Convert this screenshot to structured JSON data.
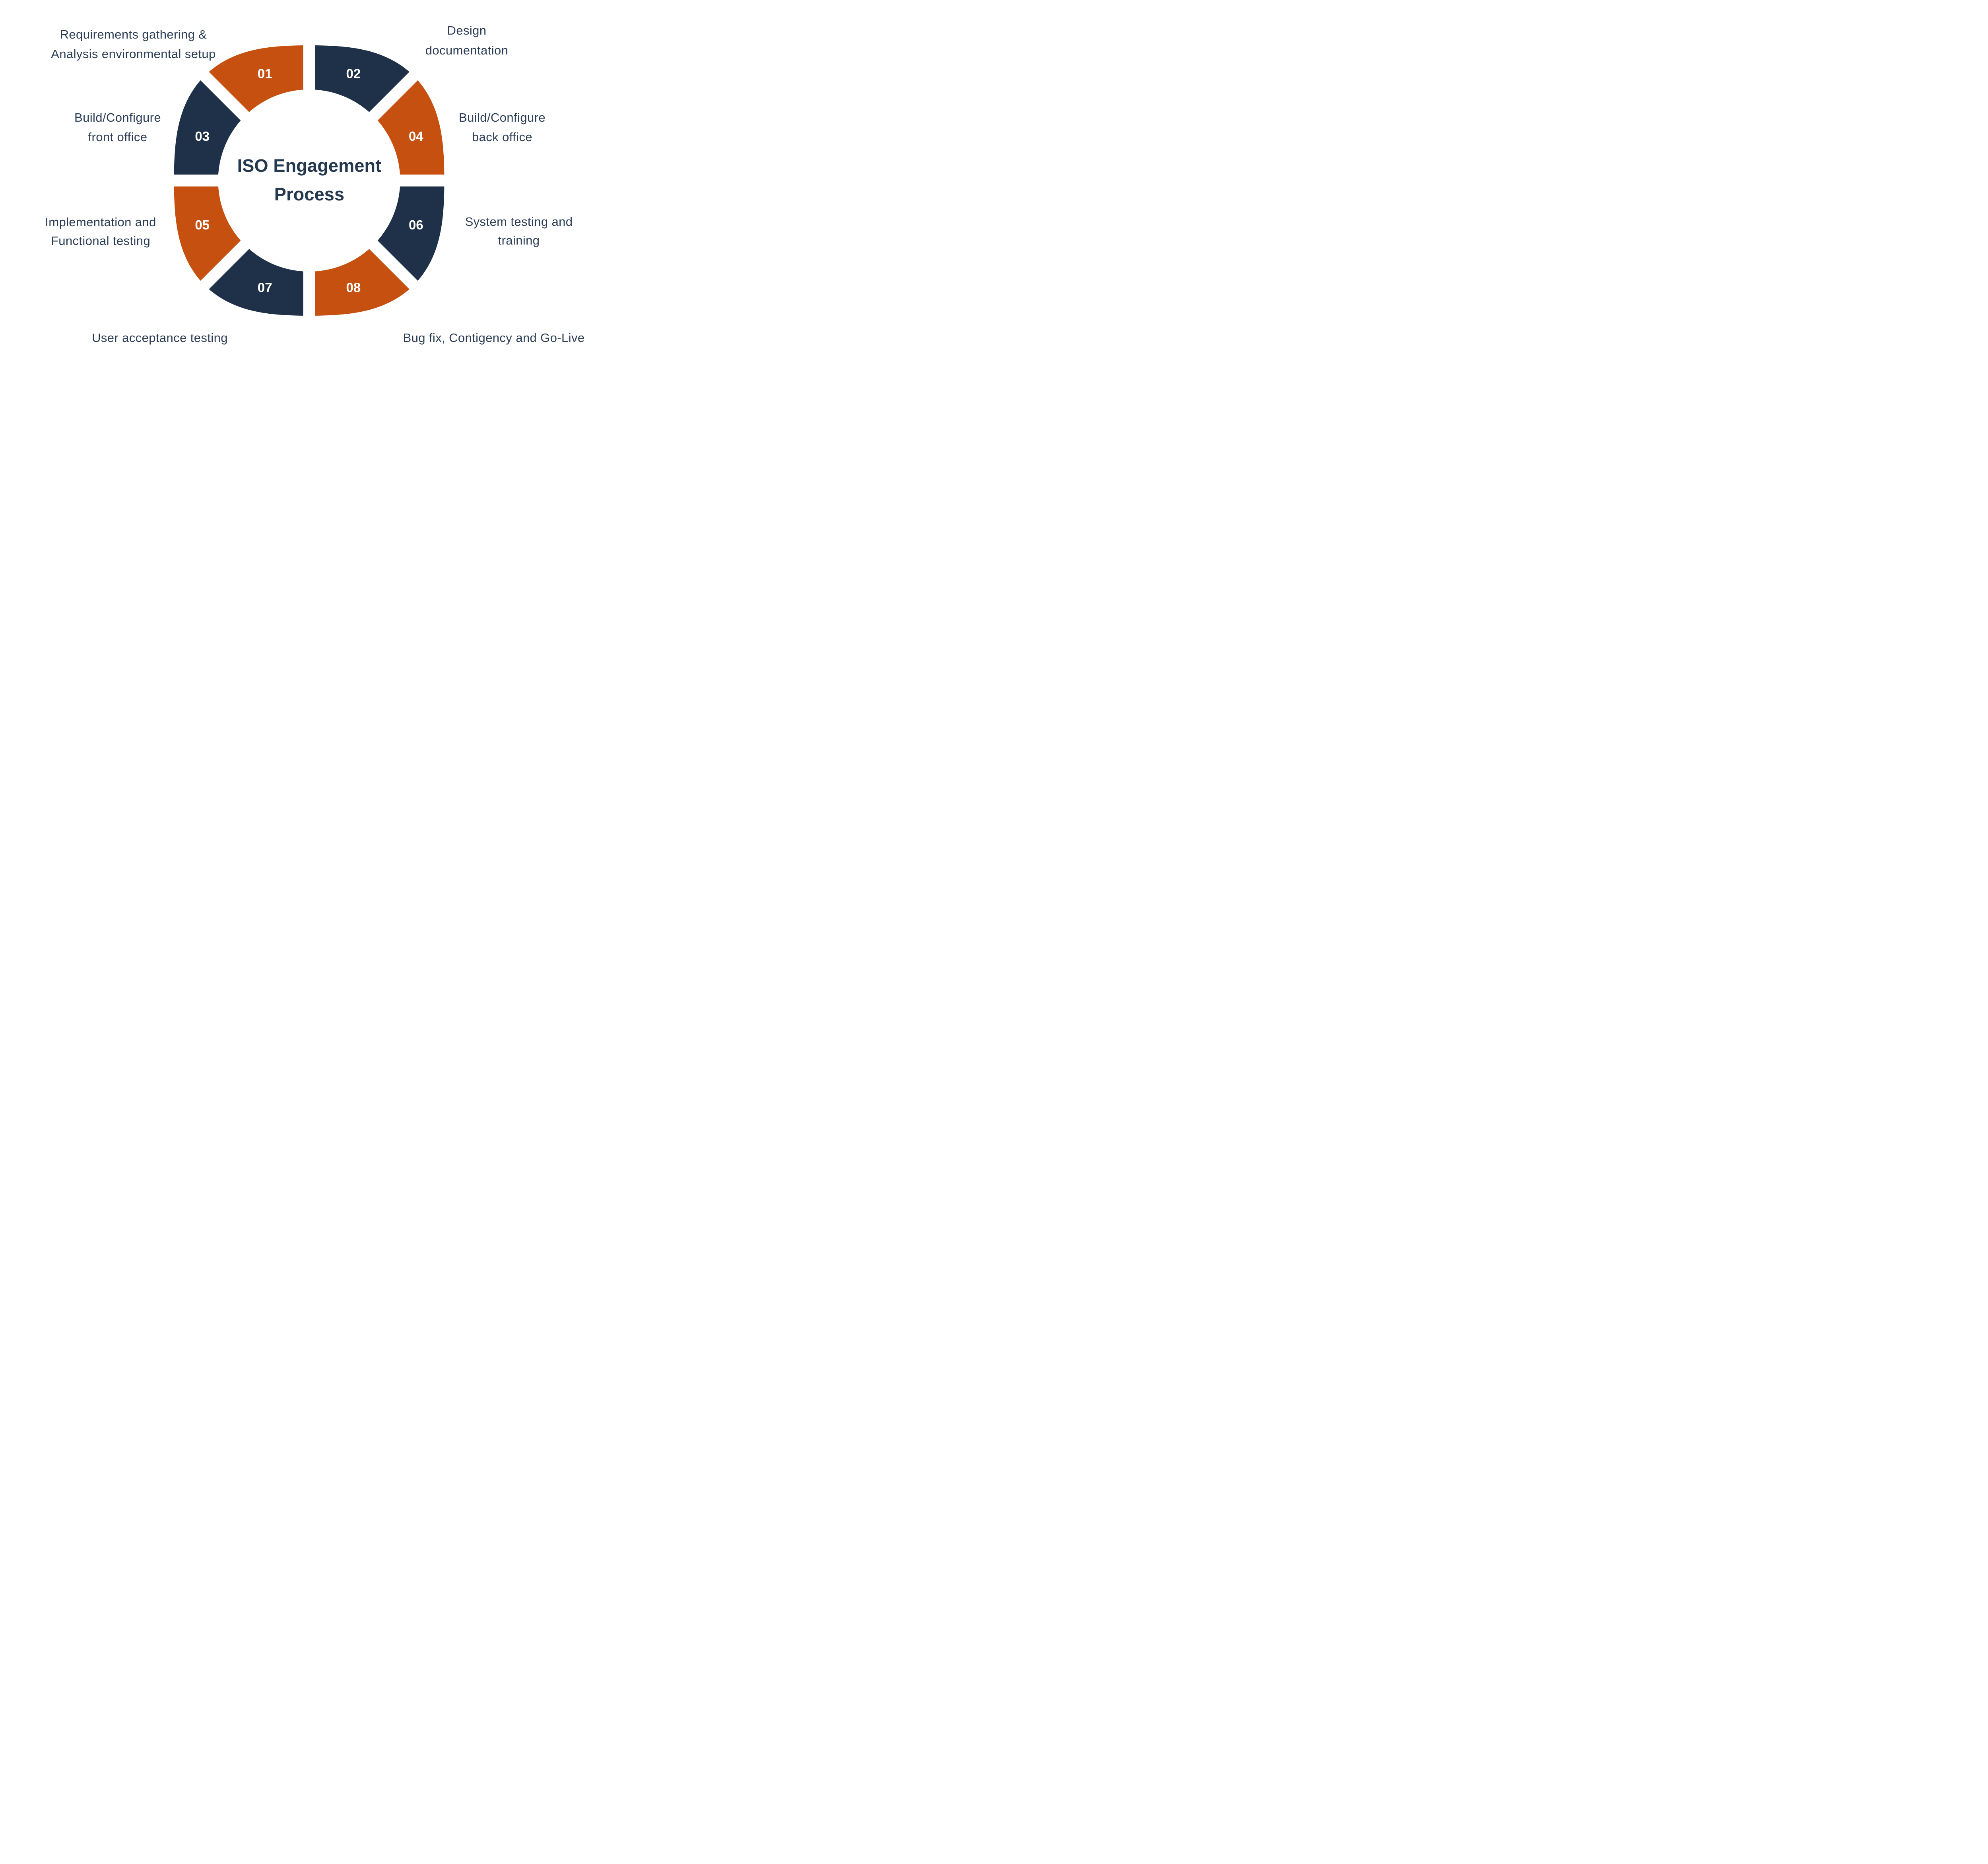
{
  "page": {
    "background": "#FFFFFF"
  },
  "title": {
    "lines": [
      "ISO Engagement",
      "Process"
    ]
  },
  "colors": {
    "orange": "#C6500F",
    "navy": "#1E3148",
    "label_text": "#2B3D56",
    "title_text": "#24384F",
    "number_text": "#FFFFFF",
    "gap": "#FFFFFF"
  },
  "steps": [
    {
      "num": "01",
      "color_key": "orange",
      "label": "Requirements gathering & Analysis environmental setup",
      "label_lines": [
        "Requirements gathering &",
        "Analysis environmental setup"
      ]
    },
    {
      "num": "02",
      "color_key": "navy",
      "label": "Design documentation",
      "label_lines": [
        "Design",
        "documentation"
      ]
    },
    {
      "num": "03",
      "color_key": "navy",
      "label": "Build/Configure front office",
      "label_lines": [
        "Build/Configure",
        "front office"
      ]
    },
    {
      "num": "04",
      "color_key": "orange",
      "label": "Build/Configure back office",
      "label_lines": [
        "Build/Configure",
        "back office"
      ]
    },
    {
      "num": "05",
      "color_key": "orange",
      "label": "Implementation and Functional testing",
      "label_lines": [
        "Implementation and",
        "Functional testing"
      ]
    },
    {
      "num": "06",
      "color_key": "navy",
      "label": "System testing and training",
      "label_lines": [
        "System testing and",
        "training"
      ]
    },
    {
      "num": "07",
      "color_key": "navy",
      "label": "User acceptance testing",
      "label_lines": [
        "User acceptance testing"
      ]
    },
    {
      "num": "08",
      "color_key": "orange",
      "label": "Bug fix, Contigency and Go-Live",
      "label_lines": [
        "Bug fix, Contigency and Go-Live"
      ]
    }
  ]
}
